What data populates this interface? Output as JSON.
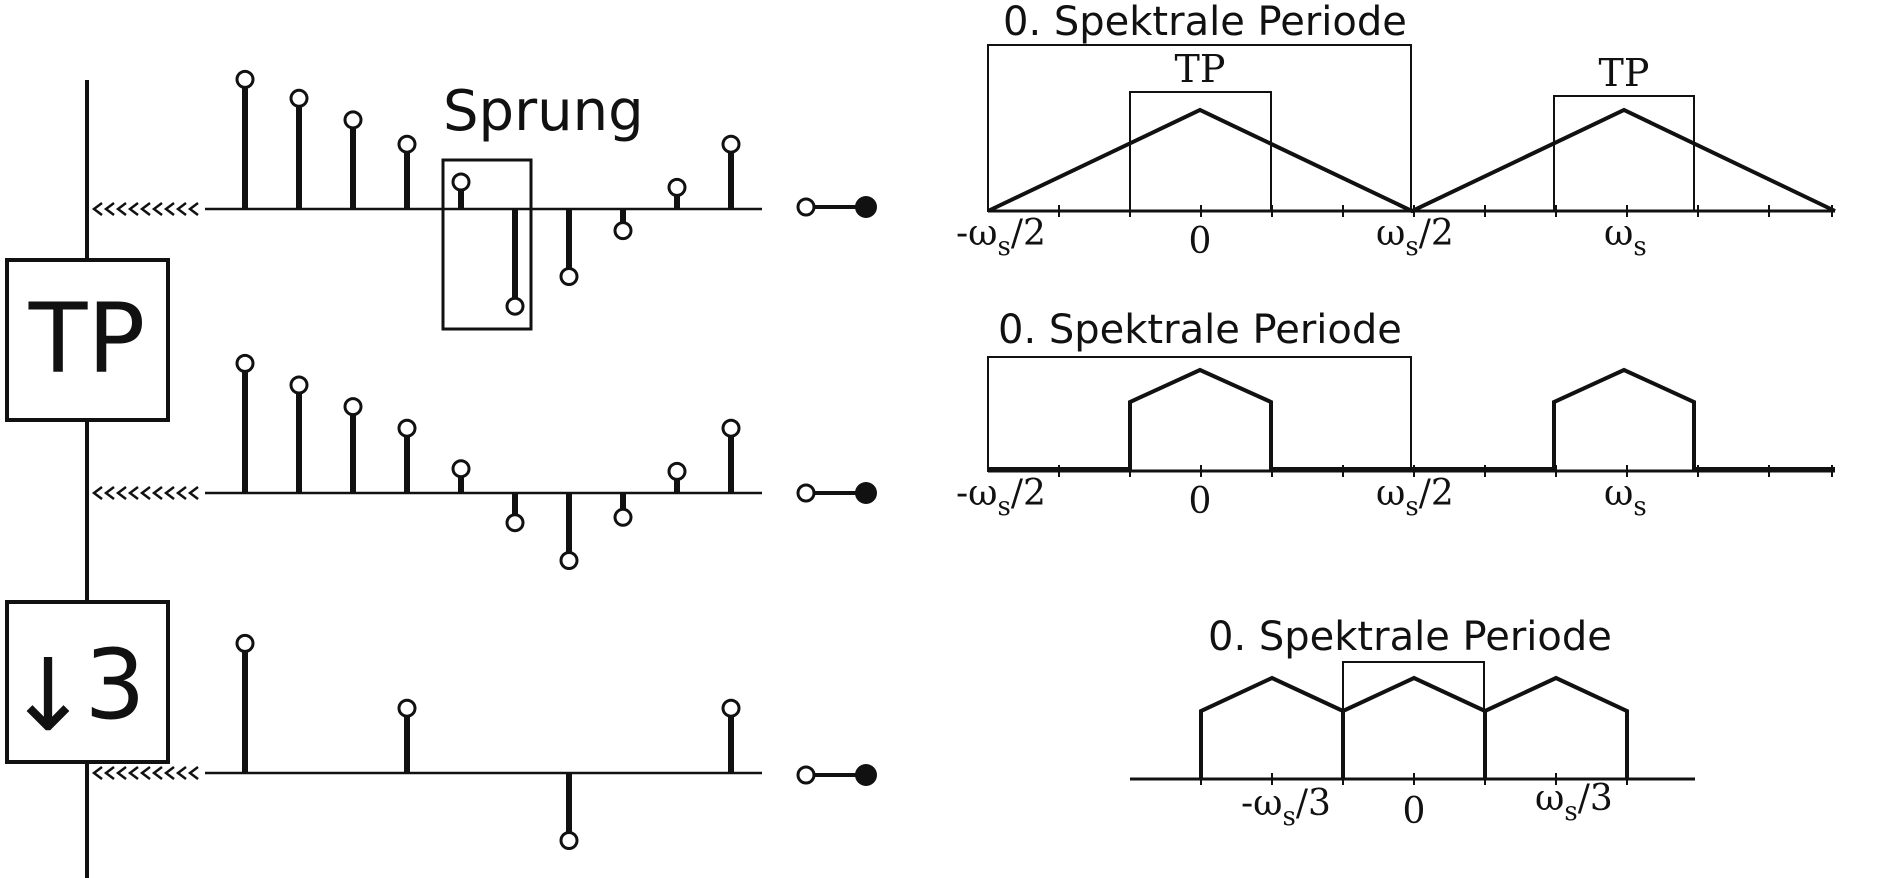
{
  "blocks": {
    "lowpass_label": "TP",
    "downsample_arrow": "↓",
    "downsample_factor": "3"
  },
  "annotations": {
    "jump_label": "Sprung",
    "tp_label": "TP",
    "period_label": "0. Spektrale Periode"
  },
  "signals": {
    "row1": [
      4.8,
      4.1,
      3.3,
      2.4,
      1.0,
      -3.6,
      -2.5,
      -0.8,
      0.8,
      2.4
    ],
    "row2": [
      4.8,
      4.0,
      3.2,
      2.4,
      0.9,
      -1.1,
      -2.5,
      -0.9,
      0.8,
      2.4
    ],
    "row3": [
      4.8,
      2.4,
      -2.5,
      2.4
    ]
  },
  "spectra": {
    "row1_ticks": {
      "neg_half": "-ω",
      "neg_half_sub": "s",
      "neg_half_tail": "/2",
      "zero": "0",
      "pos_half": "ω",
      "pos_half_sub": "s",
      "pos_half_tail": "/2",
      "fs": "ω",
      "fs_sub": "s"
    },
    "row2_ticks": {
      "neg_half": "-ω",
      "neg_half_sub": "s",
      "neg_half_tail": "/2",
      "zero": "0",
      "pos_half": "ω",
      "pos_half_sub": "s",
      "pos_half_tail": "/2",
      "fs": "ω",
      "fs_sub": "s"
    },
    "row3_ticks": {
      "neg_third": "-ω",
      "neg_third_sub": "s",
      "neg_third_tail": "/3",
      "zero": "0",
      "pos_third": "ω",
      "pos_third_sub": "s",
      "pos_third_tail": "/3"
    }
  },
  "colors": {
    "ink": "#111111",
    "background": "#ffffff"
  }
}
